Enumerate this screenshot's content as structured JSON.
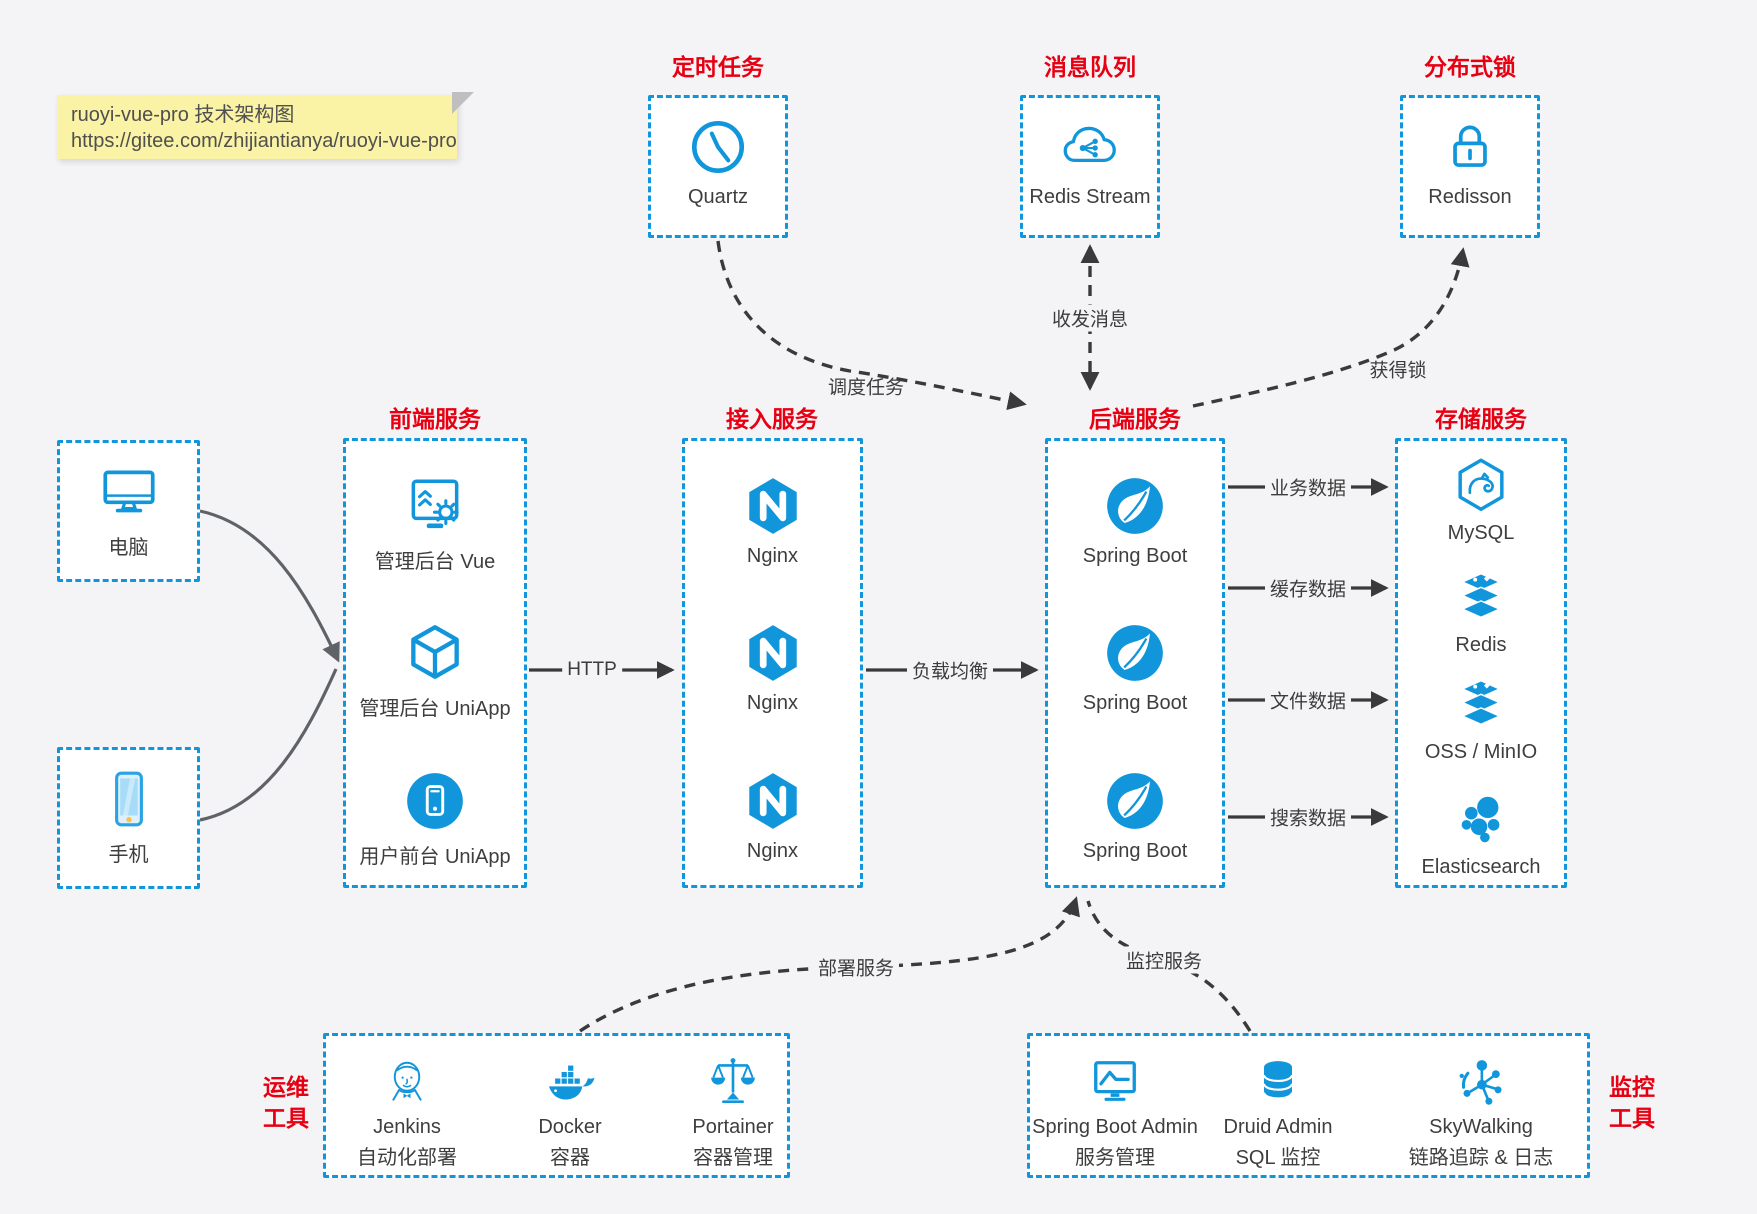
{
  "note": {
    "line1": "ruoyi-vue-pro 技术架构图",
    "line2": "https://gitee.com/zhijiantianya/ruoyi-vue-pro"
  },
  "colors": {
    "accent_blue": "#1296db",
    "title_red": "#e60012",
    "note_bg": "#faf2a4",
    "arrow_dark": "#3a3a3a",
    "device_curve_gray": "#5f6368",
    "canvas_bg": "#f4f4f6"
  },
  "top": {
    "scheduler": {
      "title": "定时任务",
      "item": {
        "label": "Quartz",
        "icon": "clock-icon"
      }
    },
    "queue": {
      "title": "消息队列",
      "item": {
        "label": "Redis Stream",
        "icon": "cloud-stream-icon"
      }
    },
    "lock": {
      "title": "分布式锁",
      "item": {
        "label": "Redisson",
        "icon": "padlock-icon"
      }
    }
  },
  "clients": {
    "computer": {
      "label": "电脑",
      "icon": "desktop-icon"
    },
    "phone": {
      "label": "手机",
      "icon": "smartphone-icon"
    }
  },
  "columns": {
    "frontend": {
      "title": "前端服务",
      "items": [
        {
          "label": "管理后台 Vue",
          "icon": "admin-screen-gear-icon"
        },
        {
          "label": "管理后台 UniApp",
          "icon": "cube-icon"
        },
        {
          "label": "用户前台 UniApp",
          "icon": "phone-circle-icon"
        }
      ]
    },
    "gateway": {
      "title": "接入服务",
      "items": [
        {
          "label": "Nginx",
          "icon": "nginx-icon"
        },
        {
          "label": "Nginx",
          "icon": "nginx-icon"
        },
        {
          "label": "Nginx",
          "icon": "nginx-icon"
        }
      ]
    },
    "backend": {
      "title": "后端服务",
      "items": [
        {
          "label": "Spring Boot",
          "icon": "spring-leaf-icon"
        },
        {
          "label": "Spring Boot",
          "icon": "spring-leaf-icon"
        },
        {
          "label": "Spring Boot",
          "icon": "spring-leaf-icon"
        }
      ]
    },
    "storage": {
      "title": "存储服务",
      "items": [
        {
          "label": "MySQL",
          "icon": "mysql-dolphin-icon"
        },
        {
          "label": "Redis",
          "icon": "redis-stack-icon"
        },
        {
          "label": "OSS / MinIO",
          "icon": "redis-stack-icon"
        },
        {
          "label": "Elasticsearch",
          "icon": "elasticsearch-icon"
        }
      ]
    }
  },
  "bottom": {
    "ops": {
      "side_title": [
        "运维",
        "工具"
      ],
      "items": [
        {
          "label": "Jenkins",
          "sublabel": "自动化部署",
          "icon": "jenkins-butler-icon"
        },
        {
          "label": "Docker",
          "sublabel": "容器",
          "icon": "docker-whale-icon"
        },
        {
          "label": "Portainer",
          "sublabel": "容器管理",
          "icon": "scales-icon"
        }
      ]
    },
    "monitoring": {
      "side_title": [
        "监控",
        "工具"
      ],
      "items": [
        {
          "label": "Spring Boot Admin",
          "sublabel": "服务管理",
          "icon": "monitor-chart-icon"
        },
        {
          "label": "Druid Admin",
          "sublabel": "SQL 监控",
          "icon": "database-icon"
        },
        {
          "label": "SkyWalking",
          "sublabel": "链路追踪 & 日志",
          "icon": "node-hub-icon"
        }
      ]
    }
  },
  "edges": {
    "http": {
      "label": "HTTP"
    },
    "load_balance": {
      "label": "负载均衡"
    },
    "schedule": {
      "label": "调度任务"
    },
    "messaging": {
      "label": "收发消息"
    },
    "acquire_lock": {
      "label": "获得锁"
    },
    "business": {
      "label": "业务数据"
    },
    "cache": {
      "label": "缓存数据"
    },
    "file": {
      "label": "文件数据"
    },
    "search": {
      "label": "搜索数据"
    },
    "deploy": {
      "label": "部署服务"
    },
    "monitor": {
      "label": "监控服务"
    }
  }
}
